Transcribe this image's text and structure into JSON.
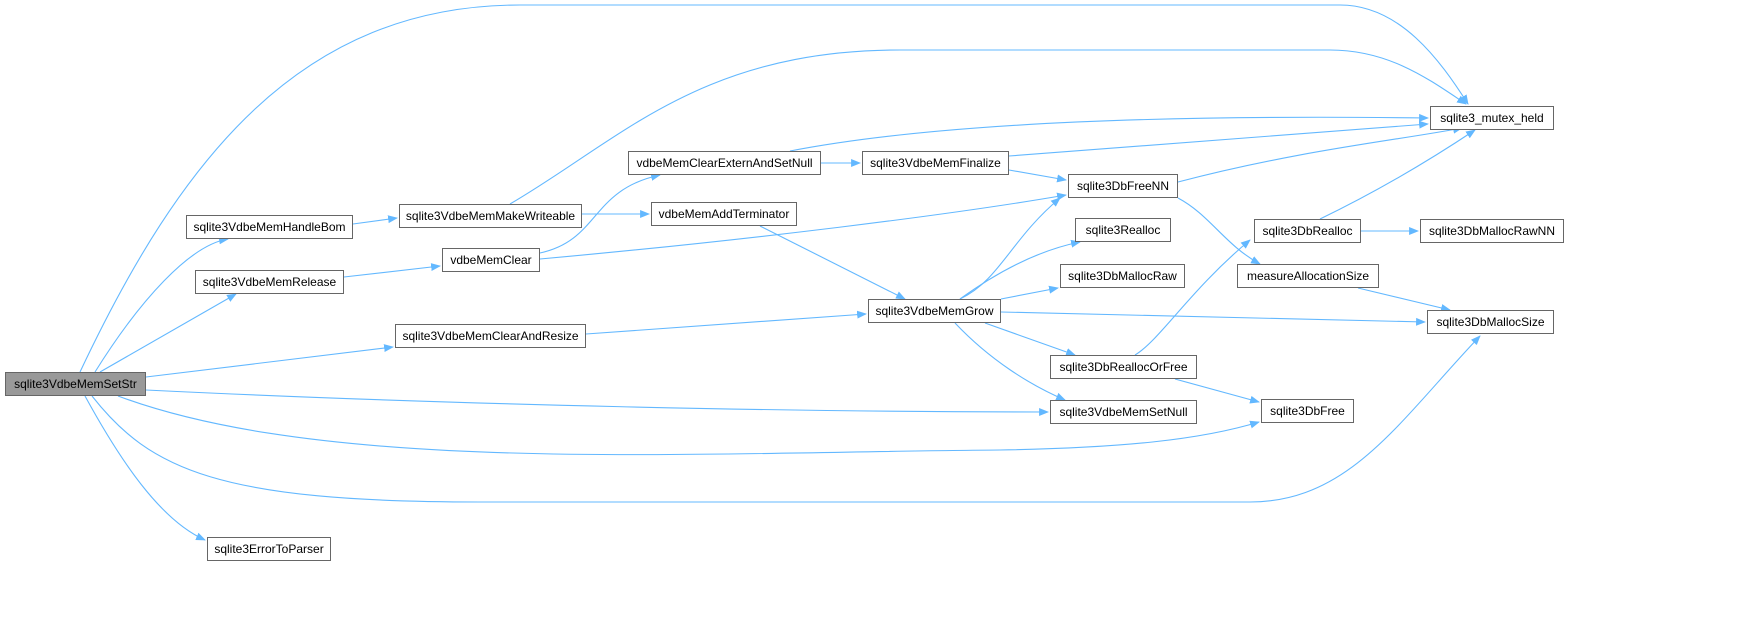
{
  "diagram": {
    "colors": {
      "edge": "#63b8ff",
      "node_border": "#666666",
      "root_fill": "#999999",
      "node_fill": "#ffffff"
    },
    "nodes": {
      "root": "sqlite3VdbeMemSetStr",
      "handleBom": "sqlite3VdbeMemHandleBom",
      "makeWriteable": "sqlite3VdbeMemMakeWriteable",
      "clearExtern": "vdbeMemClearExternAndSetNull",
      "memFinalize": "sqlite3VdbeMemFinalize",
      "mutexHeld": "sqlite3_mutex_held",
      "addTerminator": "vdbeMemAddTerminator",
      "memRelease": "sqlite3VdbeMemRelease",
      "memClear": "vdbeMemClear",
      "dbFreeNN": "sqlite3DbFreeNN",
      "realloc": "sqlite3Realloc",
      "dbRealloc": "sqlite3DbRealloc",
      "mallocRawNN": "sqlite3DbMallocRawNN",
      "mallocRaw": "sqlite3DbMallocRaw",
      "measureAlloc": "measureAllocationSize",
      "clearResize": "sqlite3VdbeMemClearAndResize",
      "memGrow": "sqlite3VdbeMemGrow",
      "mallocSize": "sqlite3DbMallocSize",
      "reallocOrFree": "sqlite3DbReallocOrFree",
      "setNull": "sqlite3VdbeMemSetNull",
      "dbFree": "sqlite3DbFree",
      "errorToParser": "sqlite3ErrorToParser"
    },
    "edges": [
      [
        "root",
        "mutexHeld"
      ],
      [
        "root",
        "handleBom"
      ],
      [
        "root",
        "memRelease"
      ],
      [
        "root",
        "clearResize"
      ],
      [
        "root",
        "setNull"
      ],
      [
        "root",
        "dbFree"
      ],
      [
        "root",
        "mallocSize"
      ],
      [
        "root",
        "errorToParser"
      ],
      [
        "handleBom",
        "makeWriteable"
      ],
      [
        "makeWriteable",
        "mutexHeld"
      ],
      [
        "makeWriteable",
        "addTerminator"
      ],
      [
        "memRelease",
        "memClear"
      ],
      [
        "memClear",
        "clearExtern"
      ],
      [
        "memClear",
        "dbFreeNN"
      ],
      [
        "clearExtern",
        "memFinalize"
      ],
      [
        "clearExtern",
        "mutexHeld"
      ],
      [
        "memFinalize",
        "mutexHeld"
      ],
      [
        "memFinalize",
        "dbFreeNN"
      ],
      [
        "addTerminator",
        "memGrow"
      ],
      [
        "clearResize",
        "memGrow"
      ],
      [
        "memGrow",
        "dbFreeNN"
      ],
      [
        "memGrow",
        "realloc"
      ],
      [
        "memGrow",
        "mallocRaw"
      ],
      [
        "memGrow",
        "mallocSize"
      ],
      [
        "memGrow",
        "reallocOrFree"
      ],
      [
        "memGrow",
        "setNull"
      ],
      [
        "dbFreeNN",
        "mutexHeld"
      ],
      [
        "dbFreeNN",
        "measureAlloc"
      ],
      [
        "measureAlloc",
        "mallocSize"
      ],
      [
        "dbRealloc",
        "mutexHeld"
      ],
      [
        "dbRealloc",
        "mallocRawNN"
      ],
      [
        "reallocOrFree",
        "dbRealloc"
      ],
      [
        "reallocOrFree",
        "dbFree"
      ]
    ]
  }
}
